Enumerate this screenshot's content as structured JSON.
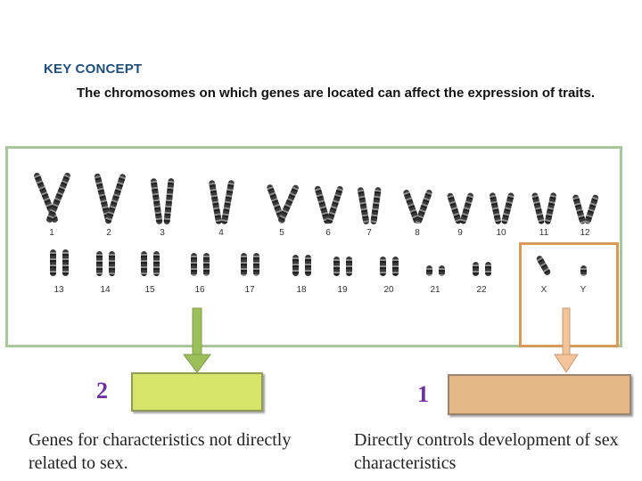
{
  "header": {
    "key_concept": "KEY CONCEPT",
    "concept_text": "The chromosomes on which genes are located can affect the expression of traits."
  },
  "karyotype": {
    "row1_labels": [
      "1",
      "2",
      "3",
      "4",
      "5",
      "6",
      "7",
      "8",
      "9",
      "10",
      "11",
      "12"
    ],
    "row2_labels": [
      "13",
      "14",
      "15",
      "16",
      "17",
      "18",
      "19",
      "20",
      "21",
      "22",
      "X",
      "Y"
    ]
  },
  "left_panel": {
    "number": "2",
    "description": "Genes for characteristics not directly related to sex."
  },
  "right_panel": {
    "number": "1",
    "description": "Directly controls development of sex characteristics"
  },
  "colors": {
    "green_arrow": "#9cbf5a",
    "green_box": "#d6e46a",
    "orange_arrow": "#f3c39a",
    "orange_box": "#e5b88a",
    "number_color": "#7030a0"
  }
}
